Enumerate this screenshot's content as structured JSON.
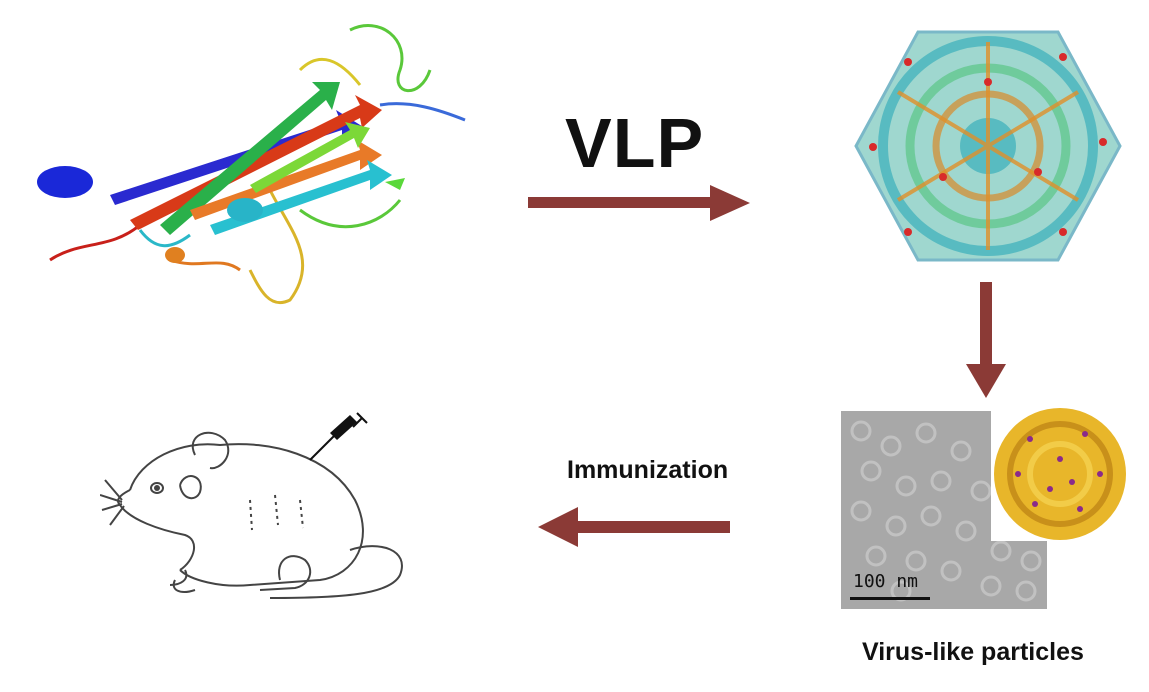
{
  "labels": {
    "vlp": "VLP",
    "immunization": "Immunization",
    "virus_like_particles": "Virus-like particles",
    "scale_bar": "100 nm"
  },
  "colors": {
    "arrow": "#8b3a36",
    "text": "#111111"
  },
  "icons": {
    "protein": "protein-ribbon-structure",
    "capsid": "icosahedral-capsid-structure",
    "em": "electron-micrograph",
    "gold_capsid": "capsid-model",
    "mouse": "mouse-drawing",
    "syringe": "syringe-icon"
  }
}
